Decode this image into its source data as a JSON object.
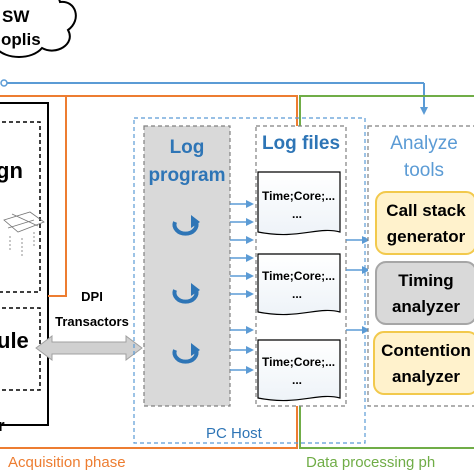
{
  "cloud": {
    "line1": "SW",
    "line2": "oplis"
  },
  "design_block": {
    "title": "gn"
  },
  "module_block": {
    "title": "ule"
  },
  "bottom_left_fragment": "r",
  "dpi_arrow": {
    "line1": "DPI",
    "line2": "Transactors"
  },
  "pc_host": {
    "label": "PC Host"
  },
  "log_program": {
    "line1": "Log",
    "line2": "program"
  },
  "log_files": {
    "title": "Log files",
    "items": [
      {
        "line1": "Time;Core;...",
        "line2": "..."
      },
      {
        "line1": "Time;Core;...",
        "line2": "..."
      },
      {
        "line1": "Time;Core;...",
        "line2": "..."
      }
    ]
  },
  "analyze_tools": {
    "line1": "Analyze",
    "line2": "tools",
    "tools": [
      {
        "line1": "Call stack",
        "line2": "generator"
      },
      {
        "line1": "Timing",
        "line2": "analyzer"
      },
      {
        "line1": "Contention",
        "line2": "analyzer"
      }
    ]
  },
  "phases": {
    "acquisition": "Acquisition phase",
    "data_processing": "Data processing ph"
  },
  "colors": {
    "orange": "#ED7D31",
    "green": "#70AD47",
    "blue": "#5B9BD5",
    "tool_yellow_fill": "#FFF2CC",
    "tool_yellow_border": "#F2C94C",
    "tool_gray_fill": "#D9D9D9",
    "tool_gray_border": "#A6A6A6",
    "program_fill": "#D9D9D9"
  }
}
